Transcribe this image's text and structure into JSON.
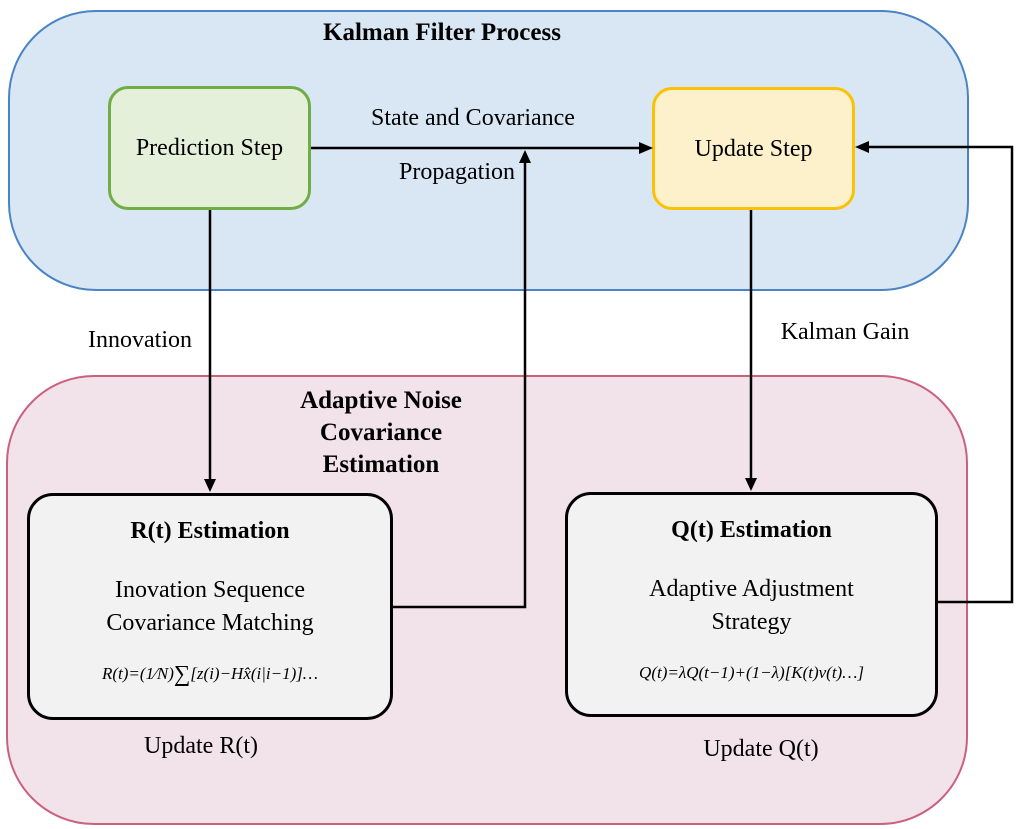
{
  "diagram": {
    "kalman_container": {
      "title": "Kalman Filter Process"
    },
    "adaptive_container": {
      "title_line1": "Adaptive Noise",
      "title_line2": "Covariance",
      "title_line3": "Estimation"
    },
    "prediction_box": {
      "label": "Prediction Step"
    },
    "update_box": {
      "label": "Update Step"
    },
    "edge_labels": {
      "state_covariance_line1": "State and Covariance",
      "state_covariance_line2": "Propagation",
      "innovation": "Innovation",
      "kalman_gain": "Kalman Gain",
      "update_r": "Update R(t)",
      "update_q": "Update Q(t)"
    },
    "r_box": {
      "title": "R(t) Estimation",
      "subtitle_line1": "Inovation Sequence",
      "subtitle_line2": "Covariance Matching",
      "formula_lhs": "R(t)=(1⁄N)",
      "formula_sum": "∑",
      "formula_rhs": "[z(i)−Hx̂(i|i−1)]…"
    },
    "q_box": {
      "title": "Q(t) Estimation",
      "subtitle_line1": "Adaptive Adjustment",
      "subtitle_line2": "Strategy",
      "formula": "Q(t)=λQ(t−1)+(1−λ)[K(t)v(t)…]"
    },
    "colors": {
      "kalman_fill": "#d9e6f4",
      "kalman_border": "#4a84c4",
      "prediction_fill": "#e5f0da",
      "prediction_border": "#70ad47",
      "update_fill": "#fdf1cc",
      "update_border": "#fcc006",
      "adaptive_fill": "#f2e2ea",
      "adaptive_border": "#c9617f",
      "estimation_fill": "#f2f2f2",
      "estimation_border": "#000000",
      "connector": "#000000"
    }
  }
}
